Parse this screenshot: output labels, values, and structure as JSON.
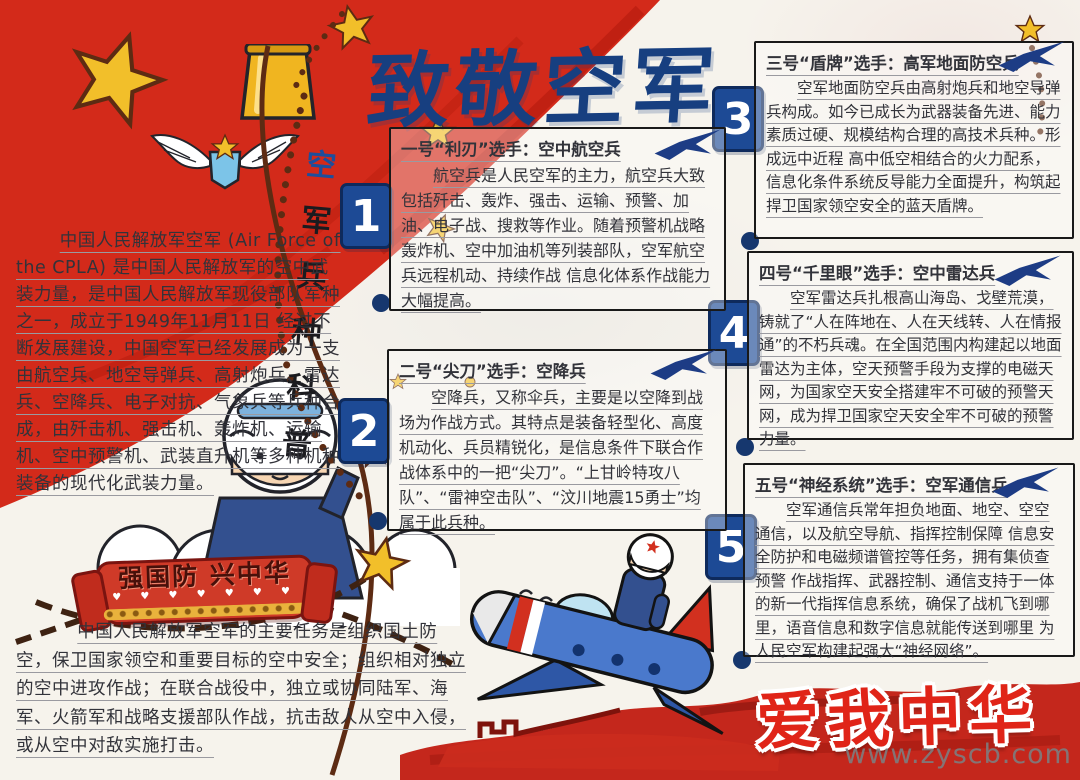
{
  "page": {
    "title": "致敬空军",
    "vertical_label_first": "空",
    "vertical_label_rest": "军兵种科普",
    "banner": "强国防 兴中华",
    "banner_hearts": "♥ ♥ ♥ ♥ ♥ ♥ ♥",
    "slogan": "爱我中华",
    "watermark": "www.zyscb.com"
  },
  "intro": {
    "text": "中国人民解放军空军 (Air Force of the CPLA) 是中国人民解放军的空中武装力量，是中国人民解放军现役部队军种之一，成立于1949年11月11日 经过不断发展建设，中国空军已经发展成为一支由航空兵、地空导弹兵、高射炮兵、雷达兵、空降兵、电子对抗、气象兵等兵种合成，由歼击机、强击机、轰炸机、运输机、空中预警机、武装直升机等多种机种装备的现代化武装力量。"
  },
  "mission": {
    "text": "中国人民解放军空军的主要任务是组织国土防空，保卫国家领空和重要目标的空中安全；组织相对独立的空中进攻作战；在联合战役中，独立或协同陆军、海军、火箭军和战略支援部队作战，抗击敌人从空中入侵，或从空中对敌实施打击。"
  },
  "sections": [
    {
      "num": "1",
      "title": "一号“利刃”选手：空中航空兵",
      "body": "航空兵是人民空军的主力，航空兵大致包括歼击、轰炸、强击、运输、预警、加油、电子战、搜救等作业。随着预警机战略轰炸机、空中加油机等列装部队，空军航空兵远程机动、持续作战 信息化体系作战能力大幅提高。"
    },
    {
      "num": "2",
      "title": "二号“尖刀”选手：空降兵",
      "body": "空降兵，又称伞兵，主要是以空降到战场为作战方式。其特点是装备轻型化、高度机动化、兵员精锐化，是信息条件下联合作战体系中的一把“尖刀”。“上甘岭特攻八队”、“雷神空击队”、“汶川地震15勇士”均属于此兵种。"
    },
    {
      "num": "3",
      "title": "三号“盾牌”选手：高军地面防空兵",
      "body": "空军地面防空兵由高射炮兵和地空导弹兵构成。如今已成长为武器装备先进、能力素质过硬、规模结构合理的高技术兵种。形成远中近程 高中低空相结合的火力配系，信息化条件系统反导能力全面提升，构筑起捍卫国家领空安全的蓝天盾牌。"
    },
    {
      "num": "4",
      "title": "四号“千里眼”选手：空中雷达兵",
      "body": "空军雷达兵扎根高山海岛、戈壁荒漠，铸就了“人在阵地在、人在天线转、人在情报通”的不朽兵魂。在全国范围内构建起以地面雷达为主体，空天预警手段为支撑的电磁天网，为国家空天安全搭建牢不可破的预警天网，成为捍卫国家空天安全牢不可破的预警力量。"
    },
    {
      "num": "5",
      "title": "五号“神经系统”选手：空军通信兵",
      "body": "空军通信兵常年担负地面、地空、空空通信，以及航空导航、指挥控制保障 信息安全防护和电磁频谱管控等任务，拥有集侦查预警 作战指挥、武器控制、通信支持于一体的新一代指挥信息系统，确保了战机飞到哪里，语音信息和数字信息就能传送到哪里 为人民空军构建起强大“神经网络”。"
    }
  ],
  "icons": {
    "jet-silhouette": "dark-blue paper-plane shape",
    "star": "★",
    "heart": "♥",
    "dotted-path": "●●●",
    "flag": "red flag with gold stars",
    "pilot": "saluting pilot on cloud",
    "wings-badge": "winged shield emblem",
    "lantern": "gold lantern"
  },
  "colors": {
    "title_blue": "#173f80",
    "badge_blue": "#1d4a95",
    "flag_red": "#d32a1a",
    "banner_red": "#cf3a28",
    "slogan_red": "#e02418",
    "path_brown": "#5d2b13",
    "gold": "#f2bf2a",
    "paper": "#f6f3ec"
  }
}
